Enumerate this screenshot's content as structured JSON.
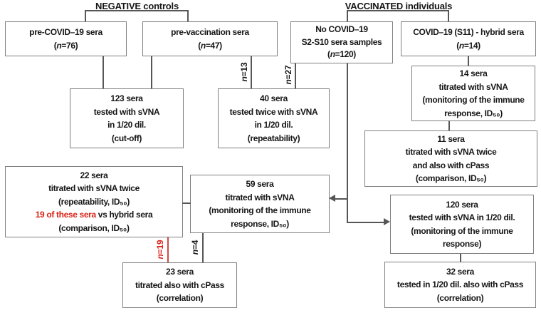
{
  "palette": {
    "box_border": "#7f7f7f",
    "line": "#565656",
    "text": "#161616",
    "red": "#d92318",
    "red_line": "#cc4a42",
    "bg": "#ffffff"
  },
  "headers": {
    "negative": "NEGATIVE controls",
    "vaccinated": "VACCINATED individuals"
  },
  "boxes": {
    "pre_covid": {
      "title": "pre-COVID–19 sera",
      "count": {
        "pre": "(",
        "n": "n",
        "post": "=76)"
      }
    },
    "pre_vaccination": {
      "title": "pre-vaccination sera",
      "count": {
        "pre": "(",
        "n": "n",
        "post": "=47)"
      }
    },
    "no_covid": {
      "line1": "No COVID–19",
      "line2": "S2-S10 sera samples",
      "count": {
        "pre": "(",
        "n": "n",
        "post": "=120)"
      }
    },
    "covid_hybrid": {
      "title": "COVID–19 (S11) - hybrid sera",
      "count": {
        "pre": "(",
        "n": "n",
        "post": "=14)"
      }
    },
    "sera_14": {
      "lines": [
        "14 sera",
        "titrated with sVNA",
        "(monitoring of the immune",
        "response, ID₅₀)"
      ]
    },
    "sera_11": {
      "lines": [
        "11 sera",
        "titrated with sVNA twice",
        "and also with cPass",
        "(comparison, ID₅₀)"
      ]
    },
    "sera_123": {
      "lines": [
        "123 sera",
        "tested with sVNA",
        "in 1/20 dil.",
        "(cut-off)"
      ]
    },
    "sera_40": {
      "lines": [
        "40 sera",
        "tested twice with sVNA",
        "in 1/20 dil.",
        "(repeatability)"
      ]
    },
    "sera_120": {
      "lines": [
        "120 sera",
        "tested with sVNA in 1/20 dil.",
        "(monitoring of the immune",
        "response)"
      ]
    },
    "sera_32": {
      "lines": [
        "32 sera",
        "tested in 1/20 dil. also with cPass",
        "(correlation)"
      ]
    },
    "sera_22": {
      "line1": "22 sera",
      "line2": "titrated with sVNA twice",
      "line3": "(repeatability, ID₅₀)",
      "line4_red": "19 of these sera",
      "line4_rest": " vs hybrid sera",
      "line5": "(comparison, ID₅₀)"
    },
    "sera_59": {
      "lines": [
        "59 sera",
        "titrated with sVNA",
        "(monitoring of the immune",
        "response, ID₅₀)"
      ]
    },
    "sera_23": {
      "lines": [
        "23 sera",
        "titrated also with cPass",
        "(correlation)"
      ]
    }
  },
  "edge_labels": {
    "n13": {
      "n": "n",
      "v": "=13"
    },
    "n27": {
      "n": "n",
      "v": "=27"
    },
    "n19": {
      "n": "n",
      "v": "=19"
    },
    "n4": {
      "n": "n",
      "v": "=4"
    }
  }
}
